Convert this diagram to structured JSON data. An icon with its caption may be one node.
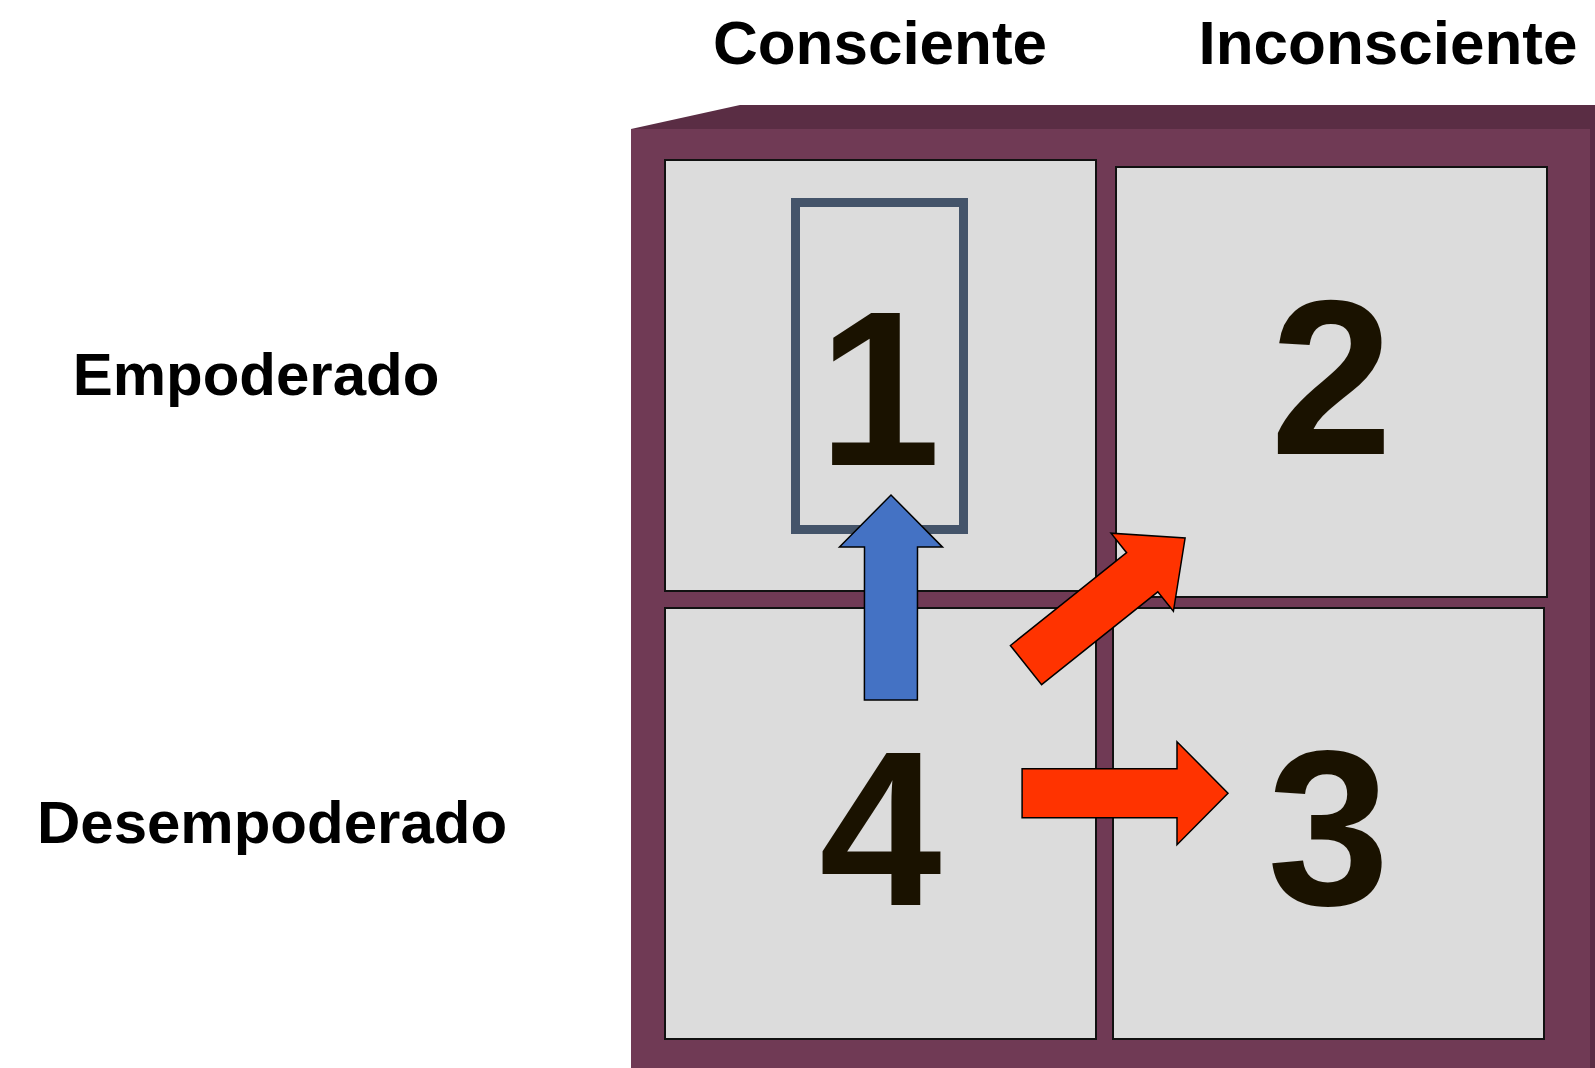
{
  "diagram": {
    "nodes": [
      {
        "text": [],
        "shape": "box"
      },
      {
        "text": [],
        "shape": "box",
        "in": 0
      },
      {
        "text": [
          "1"
        ],
        "in": 1
      },
      {
        "text": [
          "2"
        ],
        "in": 0
      },
      {
        "text": [
          "4"
        ],
        "in": 0
      },
      {
        "text": [
          "3"
        ],
        "in": 0
      }
    ],
    "edges": [
      {
        "from": 4,
        "to": 2,
        "arrow": "to",
        "style": "thick",
        "color": "#4472c4"
      },
      {
        "from": 4,
        "to": 3,
        "arrow": "to",
        "style": "thick",
        "color": "#ff3300"
      },
      {
        "from": 4,
        "to": 5,
        "arrow": "to",
        "style": "thick",
        "color": "#ff3300"
      }
    ],
    "labels": [
      "Consciente",
      "Inconsciente",
      "Empoderado",
      "Desempoderado"
    ]
  }
}
